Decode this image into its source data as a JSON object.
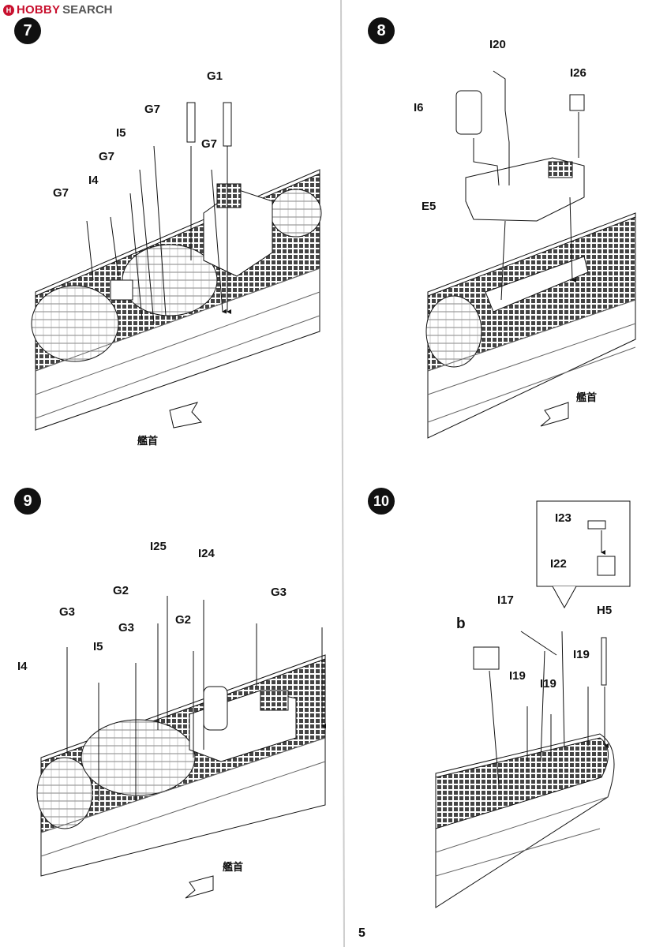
{
  "watermark": {
    "logo": "H",
    "brand_a": "HOBBY",
    "brand_b": "SEARCH"
  },
  "page_number": "5",
  "steps": [
    {
      "number": "7",
      "bow_label": "艦首",
      "labels": [
        "G1",
        "G7",
        "I5",
        "G7",
        "G7",
        "I4",
        "G7"
      ]
    },
    {
      "number": "8",
      "bow_label": "艦首",
      "labels": [
        "I20",
        "I26",
        "I6",
        "E5"
      ]
    },
    {
      "number": "9",
      "bow_label": "艦首",
      "labels": [
        "I25",
        "I24",
        "G2",
        "G3",
        "G3",
        "G2",
        "G3",
        "I5",
        "I4"
      ]
    },
    {
      "number": "10",
      "labels": [
        "I23",
        "I22",
        "I17",
        "H5",
        "b",
        "I19",
        "I19",
        "I19"
      ]
    }
  ]
}
